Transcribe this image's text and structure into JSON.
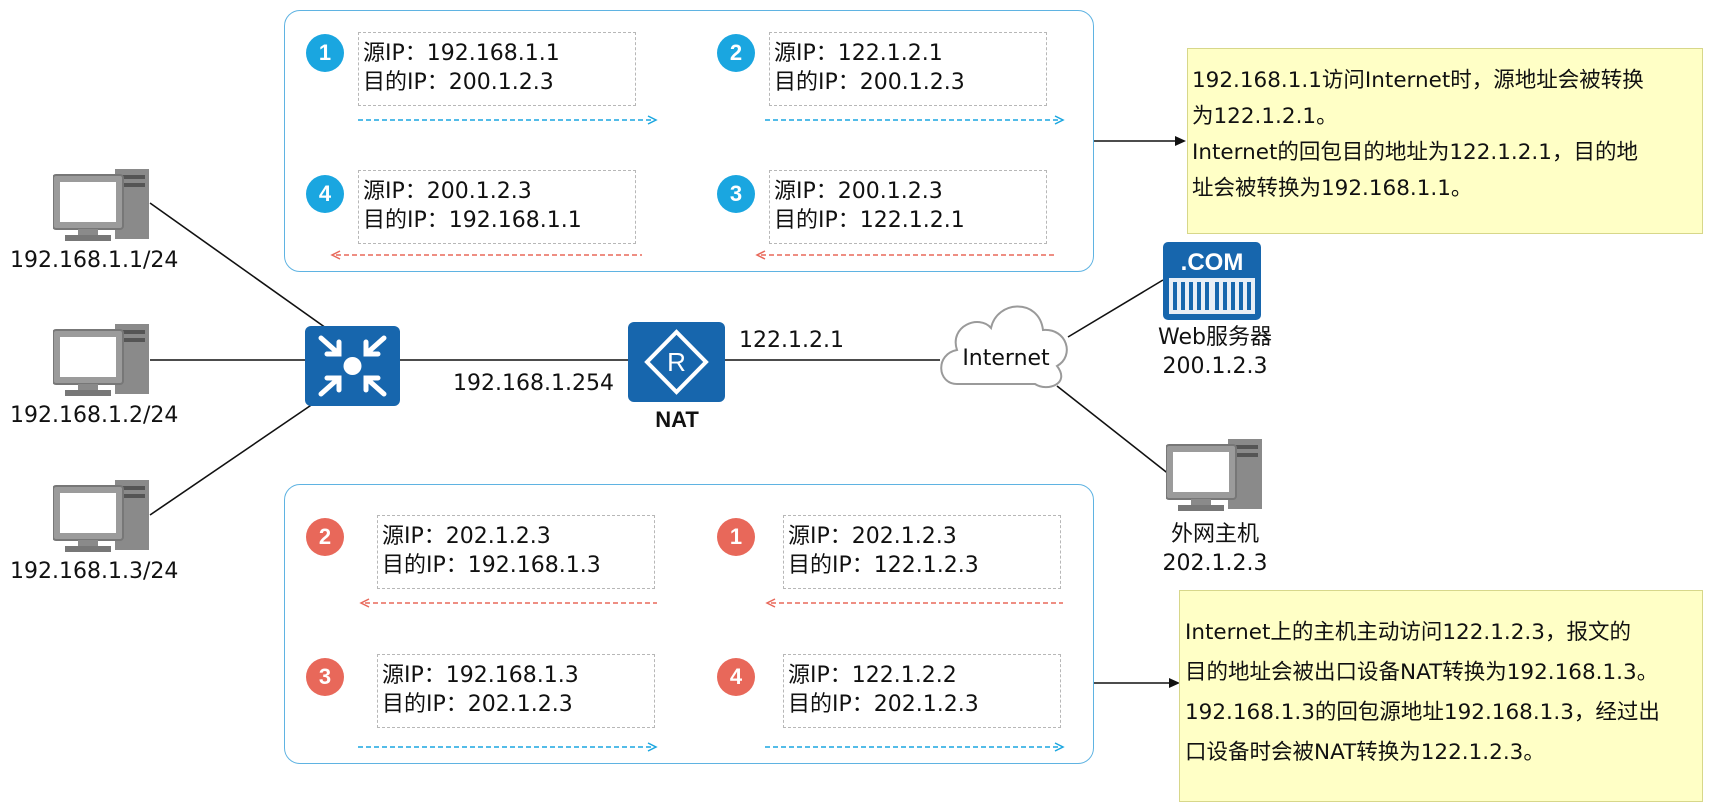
{
  "hosts": [
    {
      "label": "192.168.1.1/24"
    },
    {
      "label": "192.168.1.2/24"
    },
    {
      "label": "192.168.1.3/24"
    }
  ],
  "router": {
    "name": "NAT",
    "inside_ip": "192.168.1.254",
    "outside_ip": "122.1.2.1"
  },
  "internet": {
    "label": "Internet"
  },
  "web_server": {
    "badge": ".COM",
    "name": "Web服务器",
    "ip": "200.1.2.3"
  },
  "external_host": {
    "name": "外网主机",
    "ip": "202.1.2.3"
  },
  "top_panel": {
    "boxes": [
      {
        "num": "1",
        "src": "源IP：192.168.1.1",
        "dst": "目的IP：200.1.2.3"
      },
      {
        "num": "2",
        "src": "源IP：122.1.2.1",
        "dst": "目的IP：200.1.2.3"
      },
      {
        "num": "3",
        "src": "源IP：200.1.2.3",
        "dst": "目的IP：122.1.2.1"
      },
      {
        "num": "4",
        "src": "源IP：200.1.2.3",
        "dst": "目的IP：192.168.1.1"
      }
    ]
  },
  "bottom_panel": {
    "boxes": [
      {
        "num": "1",
        "src": "源IP：202.1.2.3",
        "dst": "目的IP：122.1.2.3"
      },
      {
        "num": "2",
        "src": "源IP：202.1.2.3",
        "dst": "目的IP：192.168.1.3"
      },
      {
        "num": "3",
        "src": "源IP：192.168.1.3",
        "dst": "目的IP：202.1.2.3"
      },
      {
        "num": "4",
        "src": "源IP：122.1.2.2",
        "dst": "目的IP：202.1.2.3"
      }
    ]
  },
  "notes": {
    "top": [
      "192.168.1.1访问Internet时，源地址会被转换",
      "为122.1.2.1。",
      "Internet的回包目的地址为122.1.2.1，目的地",
      "址会被转换为192.168.1.1。"
    ],
    "bottom": [
      "Internet上的主机主动访问122.1.2.3，报文的",
      "目的地址会被出口设备NAT转换为192.168.1.3。",
      "192.168.1.3的回包源地址192.168.1.3，经过出",
      "口设备时会被NAT转换为122.1.2.3。"
    ]
  },
  "colors": {
    "device_blue": "#1766ad",
    "badge_blue": "#1aa6e0",
    "badge_red": "#e8685a",
    "arrow_blue": "#1aa6e0",
    "arrow_red": "#e8685a",
    "panel_border": "#5fb3e2",
    "note_bg": "#ffffc6"
  }
}
